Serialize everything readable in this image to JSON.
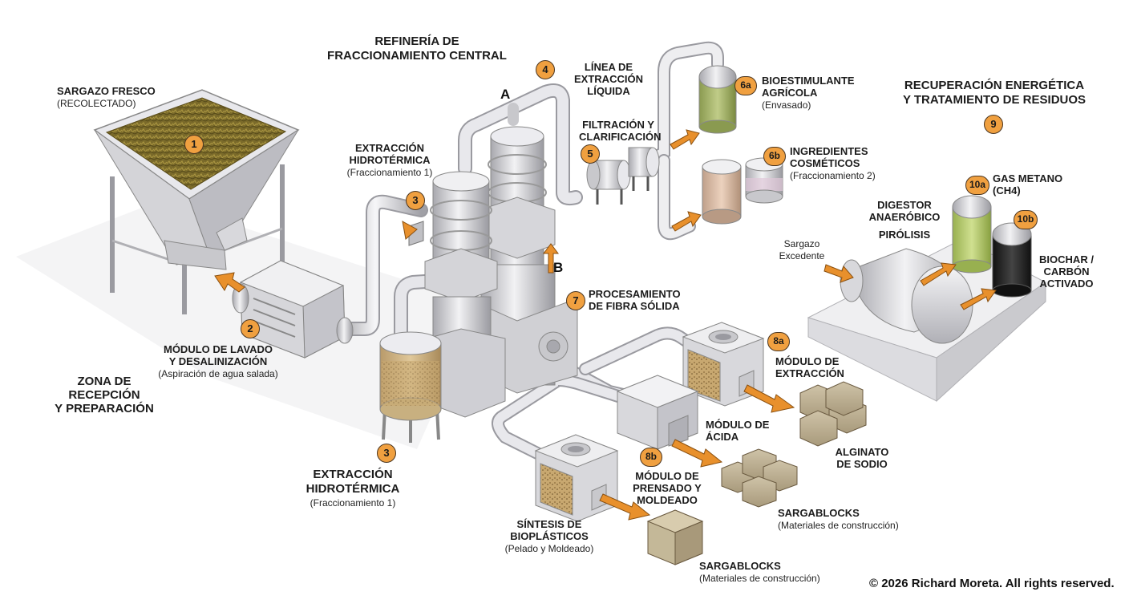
{
  "badges": {
    "b1": "1",
    "b2": "2",
    "b3a": "3",
    "b3b": "3",
    "b4": "4",
    "b5": "5",
    "b6a": "6a",
    "b6b": "6b",
    "b7": "7",
    "b8a": "8a",
    "b8b": "8b",
    "b9": "9",
    "b10a": "10a",
    "b10b": "10b"
  },
  "letters": {
    "a": "A",
    "b": "B"
  },
  "labels": {
    "sargazo_title": "SARGAZO FRESCO",
    "sargazo_sub": "(RECOLECTADO)",
    "refineria_l1": "REFINERÍA DE",
    "refineria_l2": "FRACCIONAMIENTO CENTRAL",
    "linea_l1": "LÍNEA DE",
    "linea_l2": "EXTRACCIÓN",
    "linea_l3": "LÍQUIDA",
    "filtracion_l1": "FILTRACIÓN Y",
    "filtracion_l2": "CLARIFICACIÓN",
    "bioest_l1": "BIOESTIMULANTE",
    "bioest_l2": "AGRÍCOLA",
    "bioest_sub": "(Envasado)",
    "ingred_l1": "INGREDIENTES",
    "ingred_l2": "COSMÉTICOS",
    "ingred_sub": "(Fraccionamiento 2)",
    "recup_l1": "RECUPERACIÓN ENERGÉTICA",
    "recup_l2": "Y TRATAMIENTO DE RESIDUOS",
    "gas_l1": "GAS METANO",
    "gas_l2": "(CH4)",
    "digestor_l1": "DIGESTOR",
    "digestor_l2": "ANAERÓBICO",
    "pirolisis": "PIRÓLISIS",
    "sargazo_exc_l1": "Sargazo",
    "sargazo_exc_l2": "Excedente",
    "biochar_l1": "BIOCHAR /",
    "biochar_l2": "CARBÓN",
    "biochar_l3": "ACTIVADO",
    "extr_top_l1": "EXTRACCIÓN",
    "extr_top_l2": "HIDROTÉRMICA",
    "extr_top_sub": "(Fraccionamiento 1)",
    "procesamiento_l1": "PROCESAMIENTO",
    "procesamiento_l2": "DE FIBRA SÓLIDA",
    "lavado_l1": "MÓDULO DE LAVADO",
    "lavado_l2": "Y DESALINIZACIÓN",
    "lavado_sub": "(Aspiración de agua salada)",
    "zona_l1": "ZONA DE",
    "zona_l2": "RECEPCIÓN",
    "zona_l3": "Y PREPARACIÓN",
    "extr_bot_l1": "EXTRACCIÓN",
    "extr_bot_l2": "HIDROTÉRMICA",
    "extr_bot_sub": "(Fraccionamiento 1)",
    "mod_extr_l1": "MÓDULO DE",
    "mod_extr_l2": "EXTRACCIÓN",
    "mod_acida_l1": "MÓDULO DE",
    "mod_acida_l2": "ÁCIDA",
    "alginato_l1": "ALGINATO",
    "alginato_l2": "DE SODIO",
    "prensado_l1": "MÓDULO DE",
    "prensado_l2": "PRENSADO Y",
    "prensado_l3": "MOLDEADO",
    "sargablocks1": "SARGABLOCKS",
    "sargablocks1_sub": "(Materiales de construcción)",
    "sintesis_l1": "SÍNTESIS DE",
    "sintesis_l2": "BIOPLÁSTICOS",
    "sintesis_sub": "(Pelado y Moldeado)",
    "sargablocks2": "SARGABLOCKS",
    "sargablocks2_sub": "(Materiales de construcción)"
  },
  "copyright": "© 2026 Richard Moreta. All rights reserved.",
  "colors": {
    "badge": "#f0a040",
    "arrow": "#e8902c",
    "seaweed": "#7a6a2a",
    "bioestimulante": "#a8b870",
    "cosmetico": "#d8b8a0",
    "metano": "#b8d070",
    "biochar": "#2a2a2a",
    "metal": "#d8d8dc"
  }
}
